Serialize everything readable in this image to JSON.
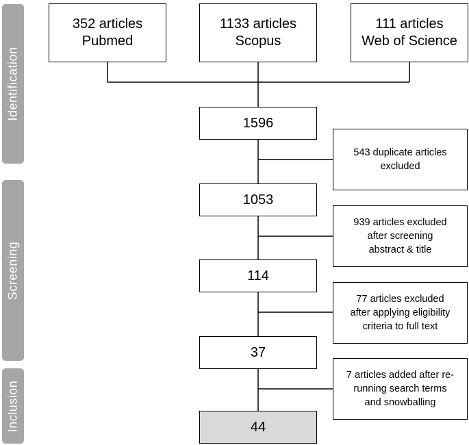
{
  "phases": {
    "identification": "Identification",
    "screening": "Screening",
    "inclusion": "Inclusion"
  },
  "sources": [
    {
      "line1": "352 articles",
      "line2": "Pubmed"
    },
    {
      "line1": "1133 articles",
      "line2": "Scopus"
    },
    {
      "line1": "111 articles",
      "line2": "Web of Science"
    }
  ],
  "counts": [
    "1596",
    "1053",
    "114",
    "37",
    "44"
  ],
  "notes": [
    {
      "lines": [
        "543 duplicate articles",
        "excluded"
      ]
    },
    {
      "lines": [
        "939 articles excluded",
        "after screening",
        "abstract & title"
      ]
    },
    {
      "lines": [
        "77 articles excluded",
        "after applying eligibility",
        "criteria to full text"
      ]
    },
    {
      "lines": [
        "7 articles added after re-",
        "running search terms",
        "and snowballing"
      ]
    }
  ],
  "colors": {
    "phase_bg": "#a6a6a6",
    "final_box_bg": "#d9d9d9",
    "line": "#000000"
  }
}
